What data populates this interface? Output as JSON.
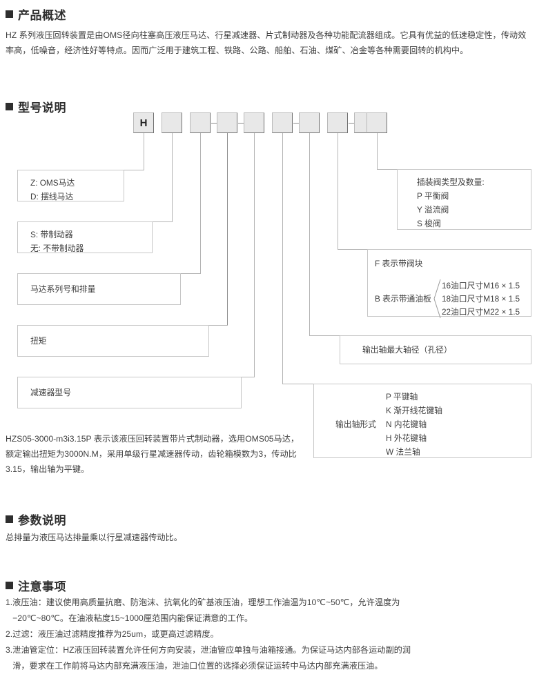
{
  "sections": {
    "overview": {
      "title": "产品概述",
      "paragraph": "HZ 系列液压回转装置是由OMS径向柱塞高压液压马达、行星减速器、片式制动器及各种功能配流器组成。它具有优益的低速稳定性，传动效率高，低噪音，经济性好等特点。因而广泛用于建筑工程、铁路、公路、船舶、石油、煤矿、冶金等各种需要回转的机构中。"
    },
    "model": {
      "title": "型号说明",
      "first_box_label": "H",
      "box_count": 10,
      "example_note": "HZS05-3000-m3i3.15P 表示该液压回转装置带片式制动器，选用OMS05马达，额定输出扭矩为3000N.M，采用单级行星减速器传动，齿轮箱模数为3，传动比3.15，输出轴为平键。",
      "callouts": {
        "motor_type": {
          "line1": "Z: OMS马达",
          "line2": "D: 摆线马达"
        },
        "brake": {
          "line1": "S: 带制动器",
          "line2": "无: 不带制动器"
        },
        "motor_series": "马达系列号和排量",
        "torque": "扭矩",
        "reducer_model": "减速器型号",
        "cartridge_valve": {
          "title": "插装阀类型及数量:",
          "items": [
            "P 平衡阀",
            "Y 溢流阀",
            "S 梭阀"
          ]
        },
        "valve_block": {
          "line_f": "F 表示带阀块",
          "line_b": "B 表示带通油板",
          "brace_items": [
            "16油口尺寸M16 × 1.5",
            "18油口尺寸M18 × 1.5",
            "22油口尺寸M22 × 1.5"
          ]
        },
        "shaft_diameter": "输出轴最大轴径（孔径）",
        "shaft_form": {
          "label": "输出轴形式",
          "items": [
            "P 平键轴",
            "K 渐开线花键轴",
            "N 内花键轴",
            "H 外花键轴",
            "W 法兰轴"
          ]
        }
      }
    },
    "parameters": {
      "title": "参数说明",
      "paragraph": "总排量为液压马达排量乘以行星减速器传动比。"
    },
    "notes": {
      "title": "注意事项",
      "items": [
        {
          "num": "1.",
          "text": "液压油：建议使用高质量抗磨、防泡沫、抗氧化的矿基液压油，理想工作油温为10℃~50℃，允许温度为−20℃~80℃。在油液粘度15~1000厘范围内能保证满意的工作。"
        },
        {
          "num": "2.",
          "text": "过滤：液压油过滤精度推荐为25um，或更高过滤精度。"
        },
        {
          "num": "3.",
          "text": "泄油管定位：HZ液压回转装置允许任何方向安装，泄油管应单独与油箱接通。为保证马达内部各运动副的润滑，要求在工作前将马达内部充满液压油，泄油口位置的选择必须保证运转中马达内部充满液压油。"
        }
      ]
    }
  },
  "colors": {
    "header_text": "#2e2e2e",
    "body_text": "#3f3f3f",
    "box_fill": "#e8e8e8",
    "box_border": "#6f6f6f",
    "line": "#b3b3b3"
  }
}
